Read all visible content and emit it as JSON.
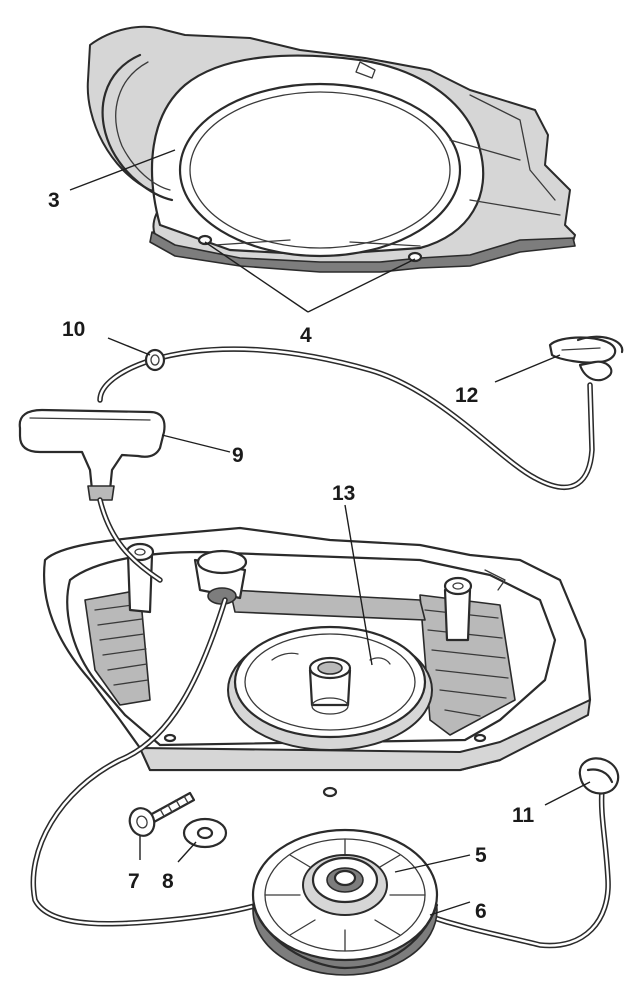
{
  "labels": {
    "fan_cover": "3",
    "screws": "4",
    "rope_guide": "10",
    "rope_end_knot": "12",
    "starter_grip": "9",
    "rewind_spring_housing": "13",
    "screw": "7",
    "washer": "8",
    "rope_rotor_knot": "11",
    "rope_rotor": "5",
    "rope_rotor_groove": "6"
  }
}
